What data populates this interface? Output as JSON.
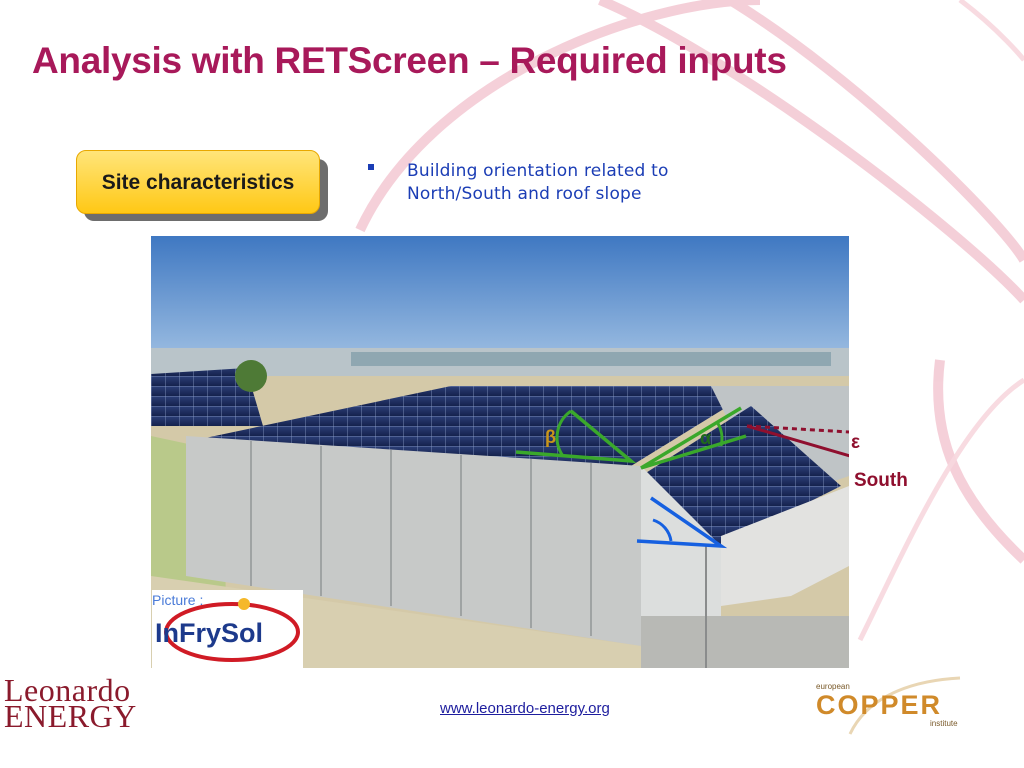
{
  "title": "Analysis with RETScreen – Required inputs",
  "site_box": {
    "label": "Site characteristics"
  },
  "bullet": {
    "text": "Building orientation related to North/South and roof slope"
  },
  "photo": {
    "labels": {
      "beta": "β",
      "alpha": "α",
      "epsilon": "ε",
      "south": "South"
    },
    "credit_label": "Picture :"
  },
  "logos": {
    "infrysol": "InFrySol",
    "leonardo_line1": "Leonardo",
    "leonardo_line2": "ENERGY",
    "copper": "COPPER",
    "copper_top": "european",
    "copper_bottom": "institute"
  },
  "footer": {
    "url": "www.leonardo-energy.org"
  },
  "colors": {
    "title": "#a8195a",
    "bullet": "#1b3db5",
    "south": "#8f0f2e",
    "beta_line": "#3aa82b",
    "blue_line": "#1660e0"
  }
}
